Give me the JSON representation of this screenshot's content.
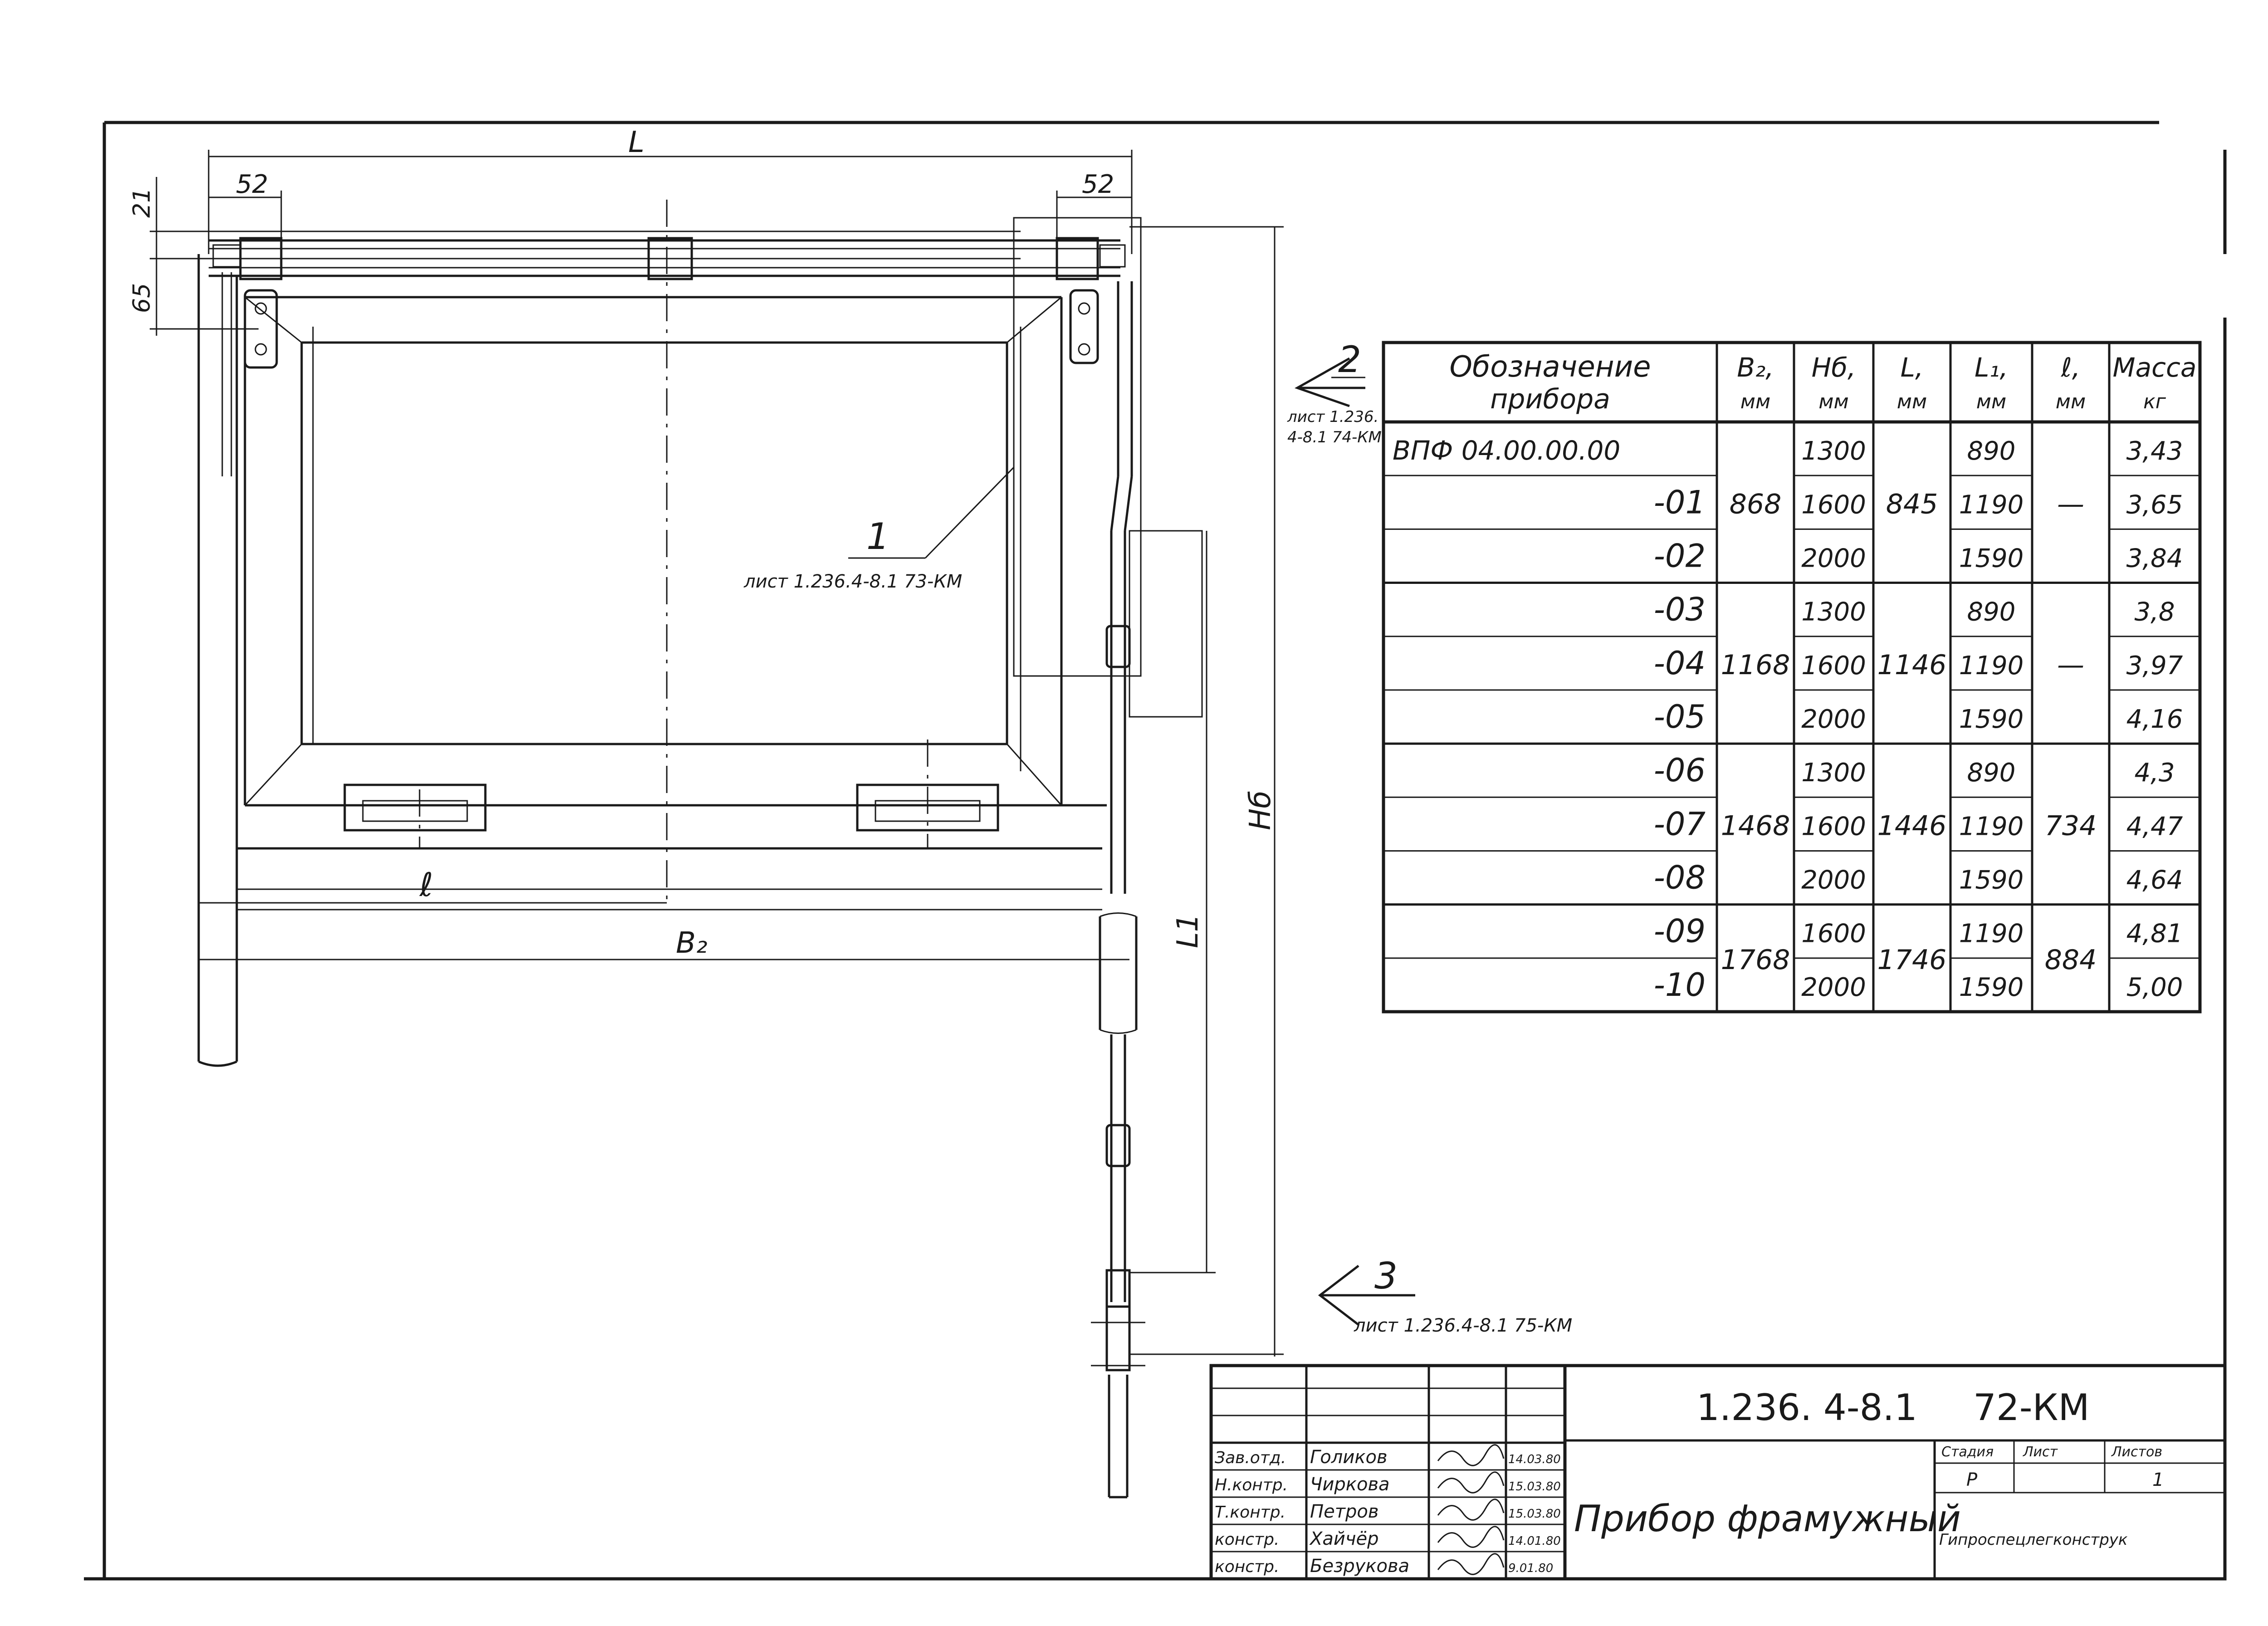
{
  "dimensions": {
    "L": "L",
    "d52_left": "52",
    "d52_right": "52",
    "d21": "21",
    "d65": "65",
    "l": "ℓ",
    "B2": "B₂",
    "H6": "Hб",
    "L1": "L1"
  },
  "callouts": {
    "view2": {
      "number": "2",
      "ref": "лист 1.236.4-8.1 74-КМ",
      "ref_line1": "лист 1.236.",
      "ref_line2": "4-8.1 74-КМ"
    },
    "item1": {
      "number": "1",
      "ref": "лист 1.236.4-8.1 73-КМ"
    },
    "view3": {
      "number": "3",
      "ref": "лист 1.236.4-8.1 75-КМ"
    }
  },
  "spec_table": {
    "headers": [
      {
        "line1": "Обозначение",
        "line2": "прибора"
      },
      {
        "line1": "B₂,",
        "line2": "мм"
      },
      {
        "line1": "Hб,",
        "line2": "мм"
      },
      {
        "line1": "L,",
        "line2": "мм"
      },
      {
        "line1": "L₁,",
        "line2": "мм"
      },
      {
        "line1": "ℓ,",
        "line2": "мм"
      },
      {
        "line1": "Масса",
        "line2": "кг"
      }
    ],
    "rows": [
      {
        "designation": "ВПФ 04.00.00.00",
        "H6": "1300",
        "L1": "890",
        "mass": "3,43"
      },
      {
        "designation": "-01",
        "H6": "1600",
        "L1": "1190",
        "mass": "3,65"
      },
      {
        "designation": "-02",
        "H6": "2000",
        "L1": "1590",
        "mass": "3,84"
      },
      {
        "designation": "-03",
        "H6": "1300",
        "L1": "890",
        "mass": "3,8"
      },
      {
        "designation": "-04",
        "H6": "1600",
        "L1": "1190",
        "mass": "3,97"
      },
      {
        "designation": "-05",
        "H6": "2000",
        "L1": "1590",
        "mass": "4,16"
      },
      {
        "designation": "-06",
        "H6": "1300",
        "L1": "890",
        "mass": "4,3"
      },
      {
        "designation": "-07",
        "H6": "1600",
        "L1": "1190",
        "mass": "4,47"
      },
      {
        "designation": "-08",
        "H6": "2000",
        "L1": "1590",
        "mass": "4,64"
      },
      {
        "designation": "-09",
        "H6": "1600",
        "L1": "1190",
        "mass": "4,81"
      },
      {
        "designation": "-10",
        "H6": "2000",
        "L1": "1590",
        "mass": "5,00"
      }
    ],
    "groups": [
      {
        "B2": "868",
        "L": "845",
        "l": "—"
      },
      {
        "B2": "1168",
        "L": "1146",
        "l": "—"
      },
      {
        "B2": "1468",
        "L": "1446",
        "l": "734"
      },
      {
        "B2": "1768",
        "L": "1746",
        "l": "884"
      }
    ]
  },
  "title_block": {
    "doc_number": "1.236. 4-8.1",
    "sheet_code": "72-КМ",
    "title": "Прибор фрамужный",
    "organization": "Гипроспецлегконструк",
    "stage_label": "Стадия",
    "sheet_label": "Лист",
    "sheets_label": "Листов",
    "stage": "Р",
    "sheets": "1",
    "signatures": [
      {
        "role": "Зав.отд.",
        "name": "Голиков",
        "date": "14.03.80"
      },
      {
        "role": "Н.контр.",
        "name": "Чиркова",
        "date": "15.03.80"
      },
      {
        "role": "Т.контр.",
        "name": "Петров",
        "date": "15.03.80"
      },
      {
        "role": "констр.",
        "name": "Хайчёр",
        "date": "14.01.80"
      },
      {
        "role": "констр.",
        "name": "Безрукова",
        "date": "9.01.80"
      }
    ]
  }
}
